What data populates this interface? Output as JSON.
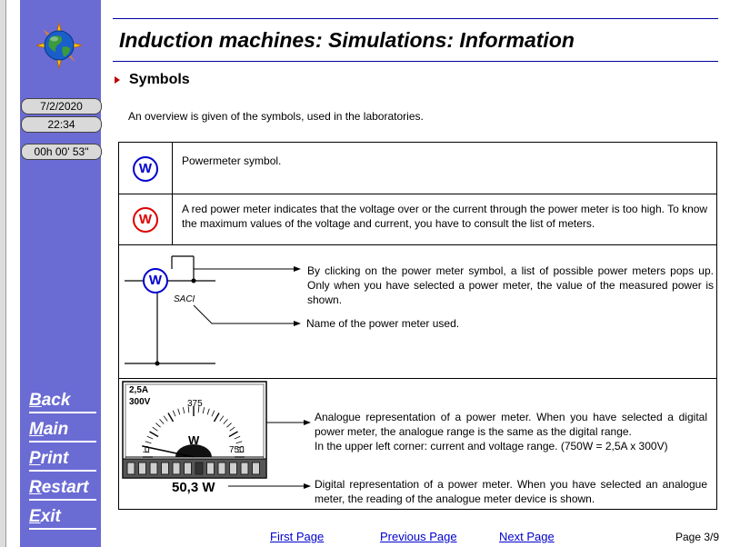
{
  "sidebar": {
    "date": "7/2/2020",
    "time": "22:34",
    "elapsed": "00h 00' 53\"",
    "nav": [
      {
        "first": "B",
        "rest": "ack"
      },
      {
        "first": "M",
        "rest": "ain"
      },
      {
        "first": "P",
        "rest": "rint"
      },
      {
        "first": "R",
        "rest": "estart"
      },
      {
        "first": "E",
        "rest": "xit"
      }
    ]
  },
  "header": {
    "title": "Induction machines: Simulations: Information",
    "section": "Symbols"
  },
  "intro": "An overview is given of the symbols, used in the laboratories.",
  "rows": {
    "powermeter": {
      "icon_label": "W",
      "text": "Powermeter symbol."
    },
    "red_meter": {
      "icon_label": "W",
      "text": "A red power meter indicates that the voltage over or the current through the power meter is too high. To know the maximum values of the voltage and current, you have to consult the list of meters."
    },
    "click": {
      "icon_label": "W",
      "meter_name": "SACI",
      "text1": "By clicking on the power meter symbol, a list of possible power meters pops up. Only when you have selected a power meter, the value of the measured power is shown.",
      "text2": "Name of the power meter used."
    },
    "analogue": {
      "range_current": "2,5A",
      "range_voltage": "300V",
      "scale_min": "0",
      "scale_mid": "375",
      "scale_max": "750",
      "unit": "W",
      "digital_value": "50,3 W",
      "needle_fraction": 0.067,
      "text1": "Analogue representation of a power meter. When you have selected a digital power meter, the analogue range is the same as the digital range.",
      "text1b": "In the upper left corner: current and voltage range. (750W = 2,5A x 300V)",
      "text2": "Digital representation of a power meter. When you have selected an analogue meter, the reading of the analogue meter device is shown."
    }
  },
  "footer": {
    "first_page": "First Page",
    "previous_page": "Previous Page",
    "next_page": "Next Page",
    "page_indicator": "Page 3/9"
  }
}
